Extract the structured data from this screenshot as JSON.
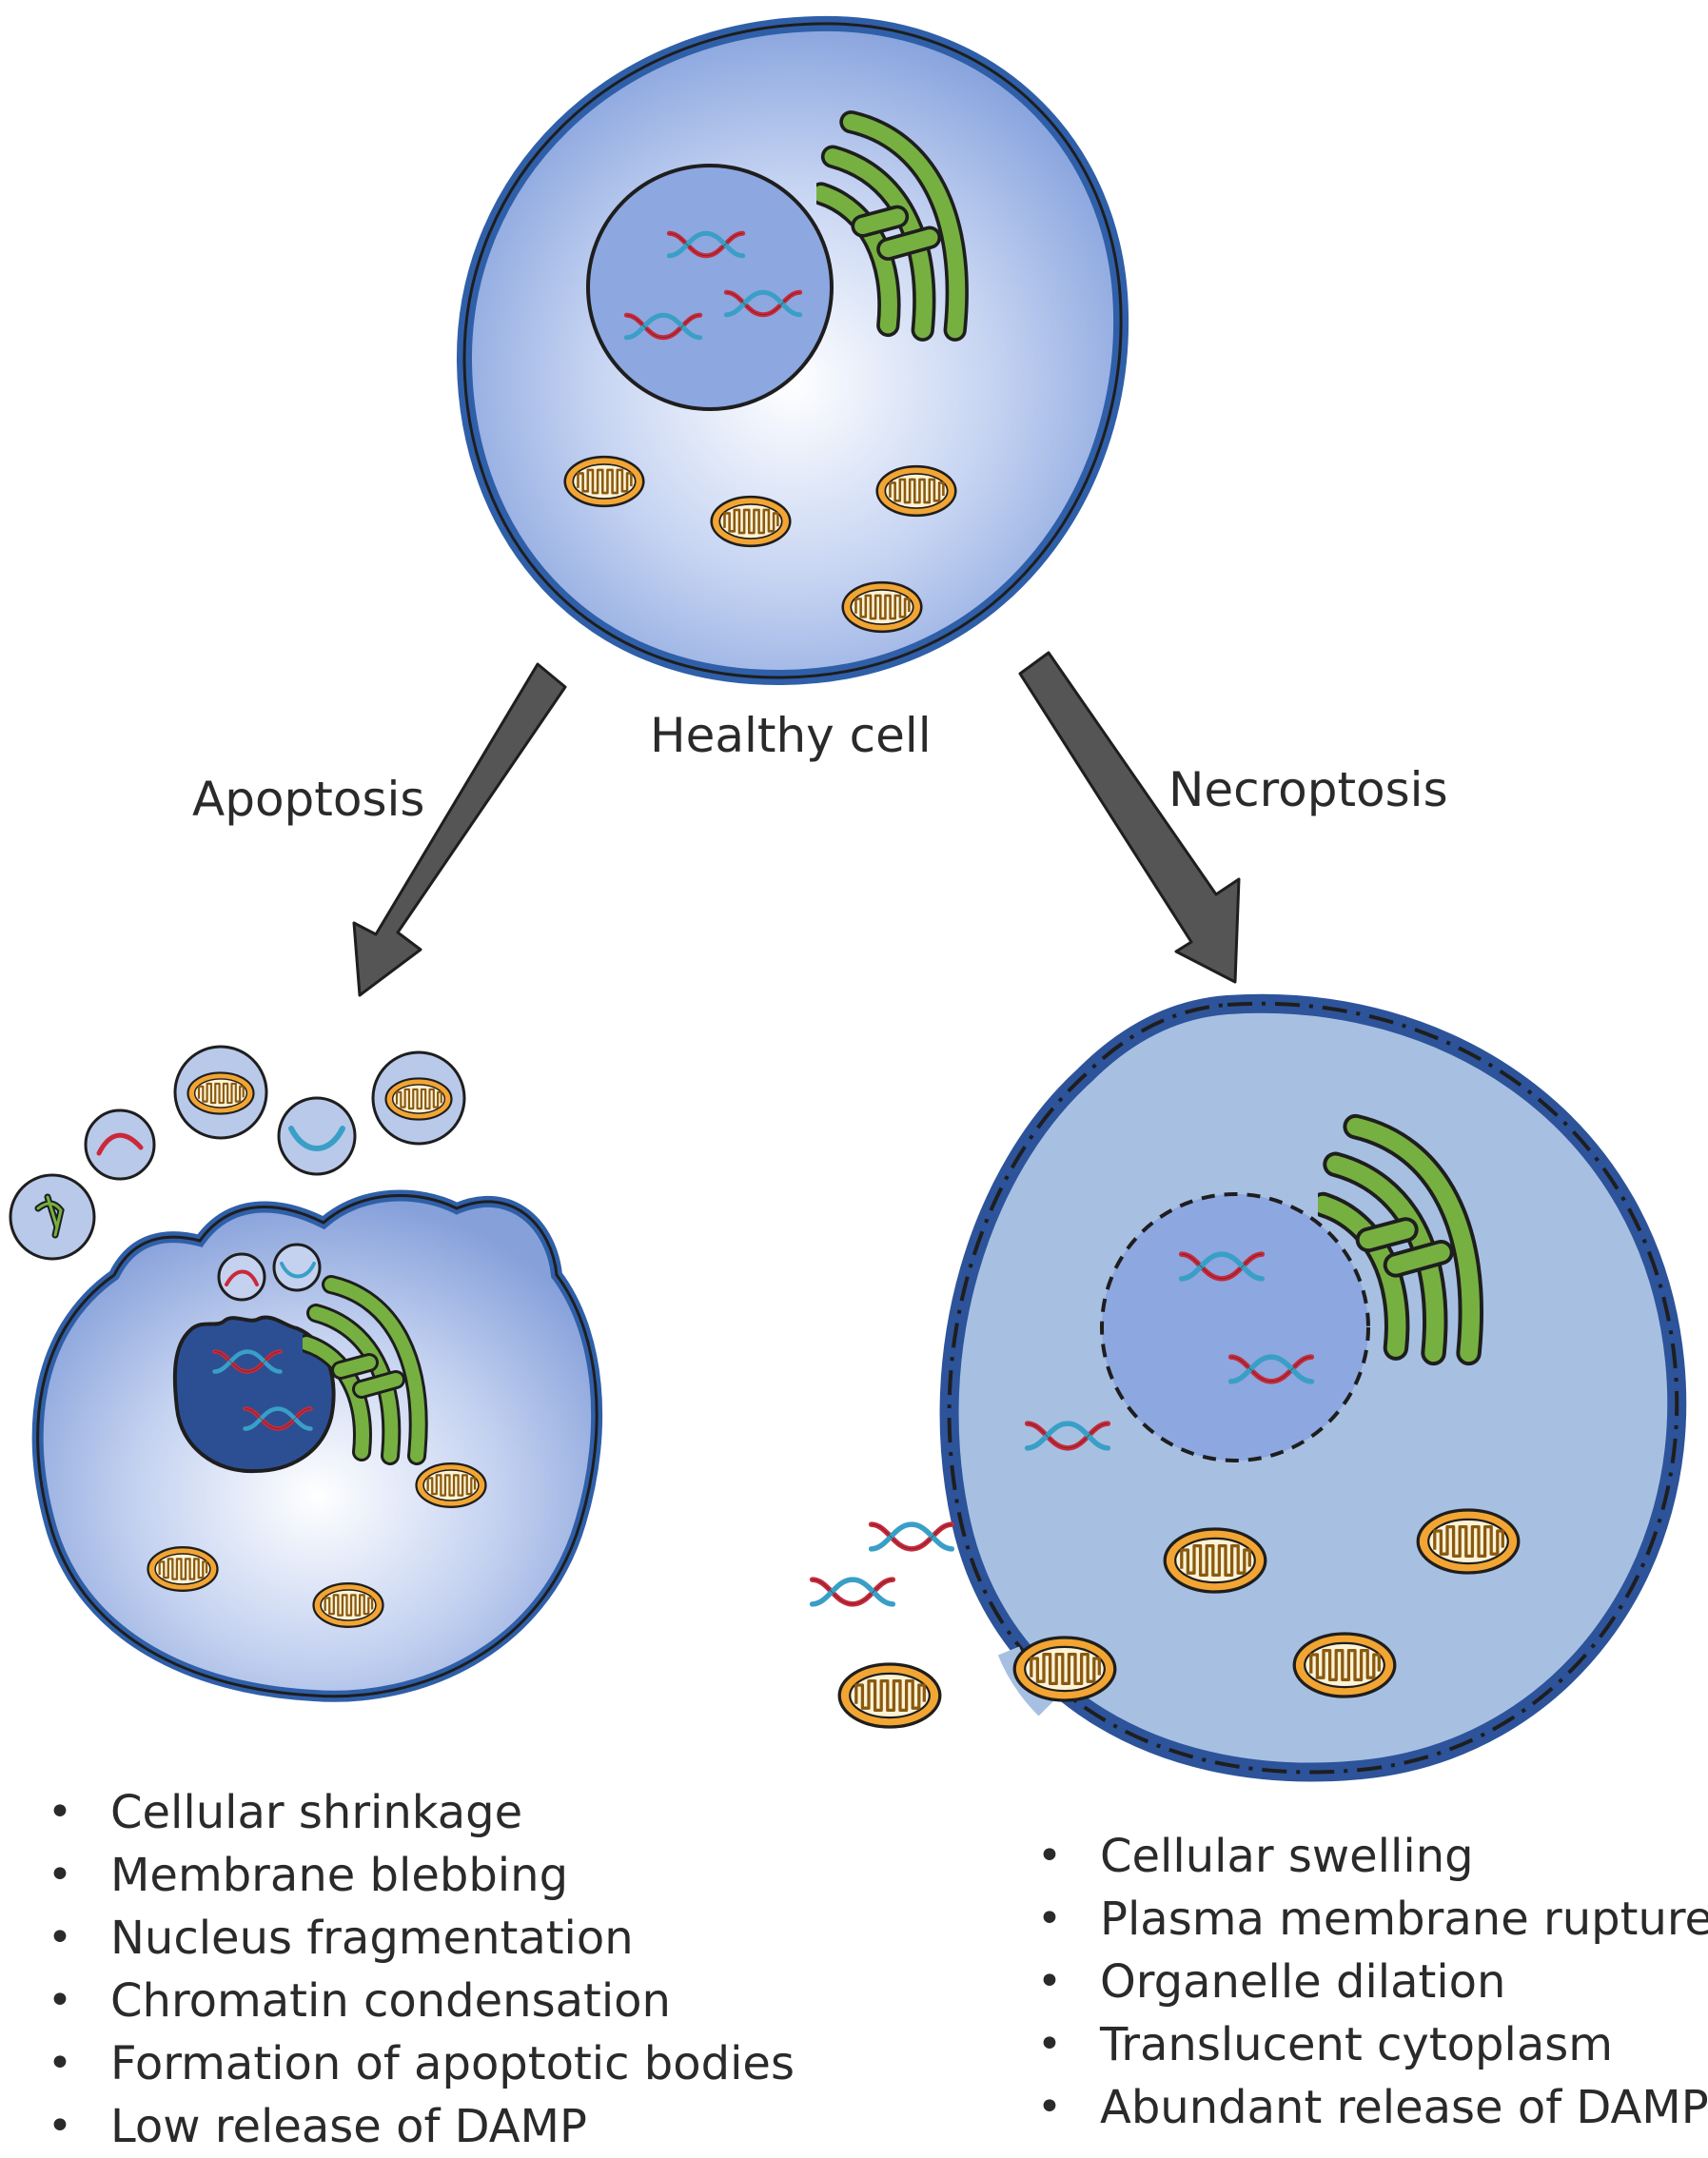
{
  "labels": {
    "healthy_cell": "Healthy cell",
    "apoptosis": "Apoptosis",
    "necroptosis": "Necroptosis"
  },
  "apoptosis_features": [
    "Cellular shrinkage",
    "Membrane blebbing",
    "Nucleus fragmentation",
    "Chromatin condensation",
    "Formation of apoptotic bodies",
    "Low release of DAMP"
  ],
  "necroptosis_features": [
    "Cellular swelling",
    "Plasma membrane rupture",
    "Organelle dilation",
    "Translucent cytoplasm",
    "Abundant release of DAMP"
  ],
  "colors": {
    "membrane": "#2f5fa8",
    "cytoplasm_light": "#ffffff",
    "cytoplasm": "#9fb6e6",
    "nucleus": "#8da7e0",
    "apoptotic_nucleus": "#2c4f94",
    "golgi": "#76b041",
    "mitochondria_fill": "#f2a533",
    "mitochondria_inner": "#fff3d6",
    "dna_red": "#c92a3a",
    "dna_blue": "#3a9fc6",
    "arrow": "#555555",
    "necrotic_cytoplasm": "#a7c0e2",
    "necrotic_membrane": "#2d539a"
  }
}
